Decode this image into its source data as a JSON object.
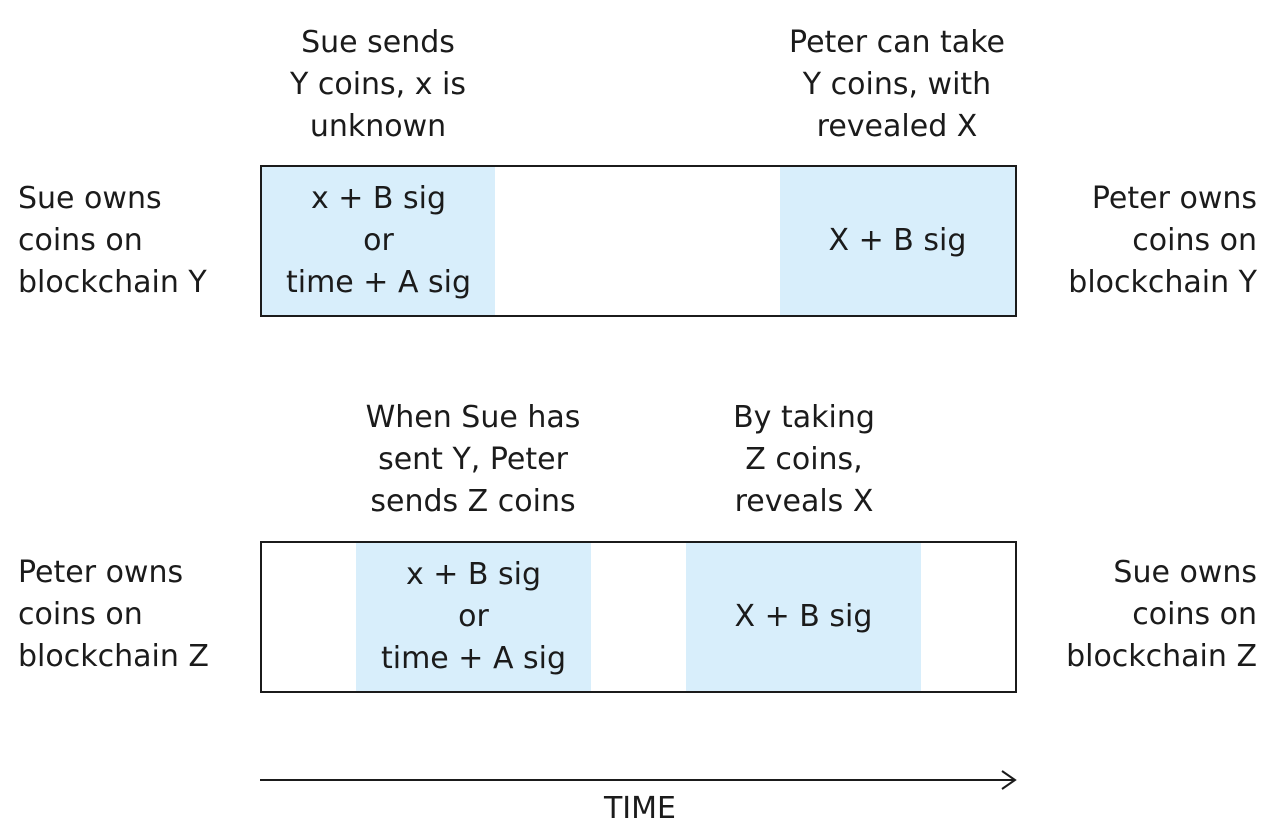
{
  "top": {
    "annotation_left": "Sue sends\nY coins, x is\nunknown",
    "annotation_right": "Peter can take\nY coins, with\nrevealed X",
    "left_owner": "Sue owns\ncoins on\nblockchain Y",
    "right_owner": "Peter owns\ncoins on\nblockchain Y",
    "segment_1": "x + B sig\nor\ntime + A sig",
    "segment_2": "X + B sig"
  },
  "bottom": {
    "annotation_left": "When Sue has\nsent Y, Peter\nsends Z coins",
    "annotation_right": "By taking\nZ coins,\nreveals X",
    "left_owner": "Peter owns\ncoins on\nblockchain Z",
    "right_owner": "Sue owns\ncoins on\nblockchain Z",
    "segment_1": "x + B sig\nor\ntime + A sig",
    "segment_2": "X + B sig"
  },
  "time_axis": {
    "label": "TIME"
  },
  "colors": {
    "shade": "#d8eefb",
    "stroke": "#1b1b1b"
  }
}
